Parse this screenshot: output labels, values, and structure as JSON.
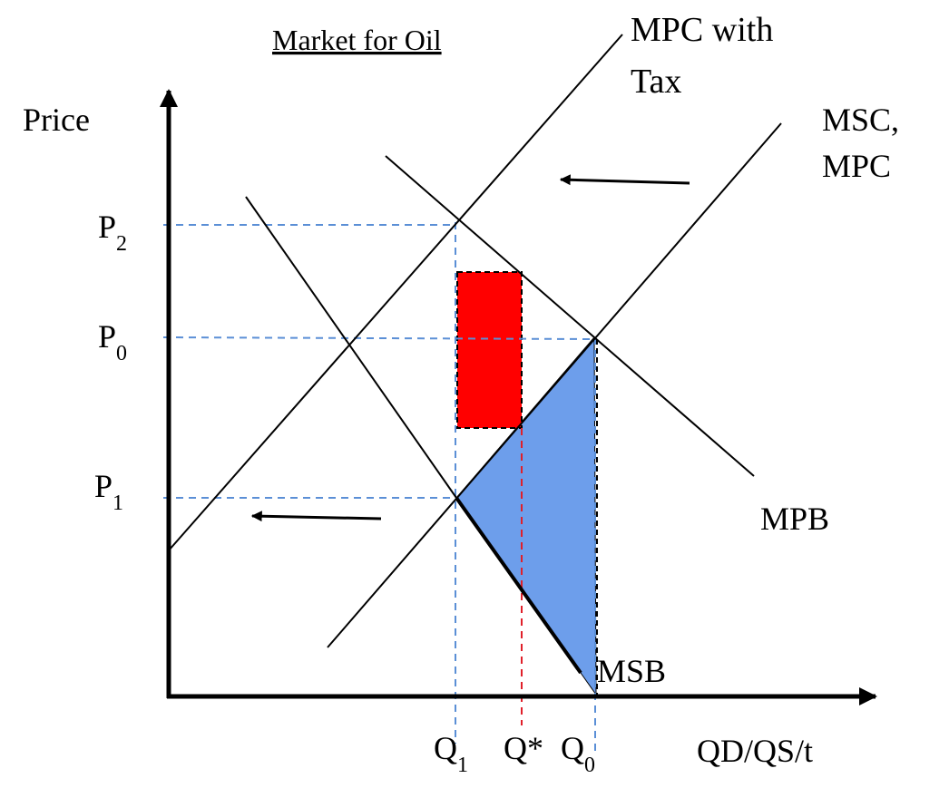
{
  "title": "Market for Oil",
  "axes": {
    "y_label": "Price",
    "x_label": "QD/QS/t"
  },
  "price_labels": [
    {
      "base": "P",
      "sub": "2"
    },
    {
      "base": "P",
      "sub": "0"
    },
    {
      "base": "P",
      "sub": "1"
    }
  ],
  "quantity_labels": [
    {
      "base": "Q",
      "sub": "1"
    },
    {
      "base": "Q*",
      "sub": ""
    },
    {
      "base": "Q",
      "sub": "0"
    }
  ],
  "curve_labels": {
    "mpc_tax_line1": "MPC with",
    "mpc_tax_line2": "Tax",
    "msc_line1": "MSC,",
    "msc_line2": "MPC",
    "mpb": "MPB",
    "msb": "MSB"
  },
  "colors": {
    "guide": "#5b8fd6",
    "qstar_guide": "#e0202a",
    "tax_revenue_fill": "#ff0000",
    "welfare_fill": "#6d9eeb",
    "line": "#000000"
  }
}
